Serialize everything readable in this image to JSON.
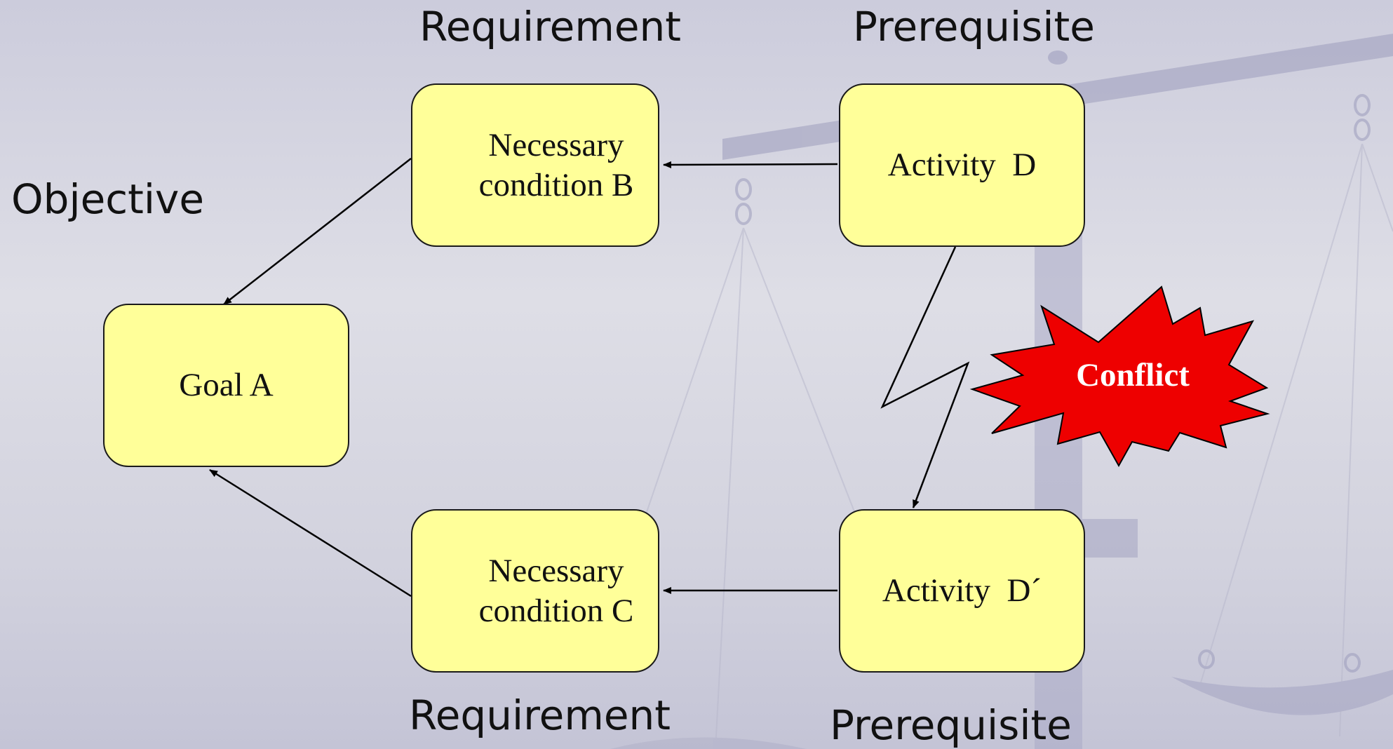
{
  "labels": {
    "objective": "Objective",
    "requirement_top": "Requirement",
    "requirement_bottom": "Requirement",
    "prerequisite_top": "Prerequisite",
    "prerequisite_bottom": "Prerequisite"
  },
  "nodes": {
    "goal": "Goal A",
    "condition_b": "Necessary\ncondition B",
    "condition_c": "Necessary\ncondition C",
    "activity_d": "Activity  D",
    "activity_d_prime": "Activity  D´"
  },
  "conflict": "Conflict",
  "colors": {
    "box_fill": "#ffff99",
    "conflict_fill": "#ee0000",
    "background": "#d8d8e2",
    "scale_watermark": "#9c9cbc"
  }
}
